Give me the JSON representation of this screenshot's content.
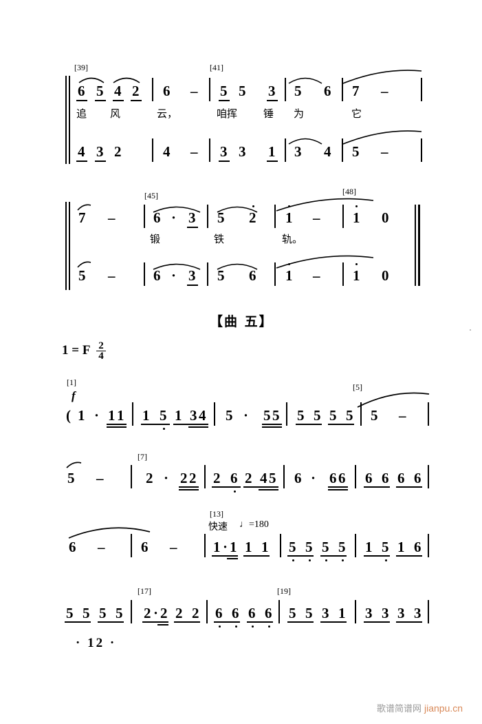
{
  "page": {
    "number_label": "· 12 ·",
    "watermark_cn": "歌谱简谱网",
    "watermark_en": "jianpu.cn"
  },
  "section": {
    "title": "【曲  五】",
    "key_signature": "1 = F",
    "meter_numerator": "2",
    "meter_denominator": "4",
    "dynamic": "f",
    "tempo_text": "快速",
    "tempo_mark": "♩=180"
  },
  "systems": [
    {
      "id": "system-1",
      "measure_numbers": [
        "[39]",
        "[41]"
      ],
      "upper_voice": [
        "6",
        "5",
        "4",
        "2",
        "6",
        "–",
        "5",
        "5",
        "3",
        "5",
        "6",
        "7",
        "–"
      ],
      "lower_voice": [
        "4",
        "3",
        "2",
        "4",
        "–",
        "3",
        "3",
        "1",
        "3",
        "4",
        "5",
        "–"
      ],
      "lyrics": [
        "追",
        "风",
        "云，",
        "咱挥",
        "锤",
        "为",
        "它"
      ]
    },
    {
      "id": "system-2",
      "measure_numbers": [
        "[45]",
        "[48]"
      ],
      "upper_voice": [
        "7",
        "–",
        "6",
        "·",
        "3",
        "5",
        "2",
        "1",
        "–",
        "1",
        "0"
      ],
      "lower_voice": [
        "5",
        "–",
        "6",
        "·",
        "3",
        "5",
        "6",
        "1",
        "–",
        "1",
        "0"
      ],
      "lyrics": [
        "锻",
        "铁",
        "轨。"
      ]
    }
  ],
  "tune_five": {
    "lines": [
      {
        "id": "line-1",
        "measure_numbers": [
          "[1]",
          "[5]"
        ],
        "notes": [
          "(",
          "1",
          "·",
          "1",
          "1",
          "1",
          "5",
          "1",
          "3",
          "4",
          "5",
          "·",
          "5",
          "5",
          "5",
          "5",
          "5",
          "5",
          "5",
          "–"
        ]
      },
      {
        "id": "line-2",
        "measure_numbers": [
          "[7]"
        ],
        "notes": [
          "5",
          "–",
          "2",
          "·",
          "2",
          "2",
          "2",
          "6",
          "2",
          "4",
          "5",
          "6",
          "·",
          "6",
          "6",
          "6",
          "6",
          "6",
          "6"
        ]
      },
      {
        "id": "line-3",
        "measure_numbers": [
          "[13]"
        ],
        "notes": [
          "6",
          "–",
          "6",
          "–",
          "1",
          "·",
          "1",
          "1",
          "1",
          "5",
          "5",
          "5",
          "5",
          "1",
          "5",
          "1",
          "6"
        ]
      },
      {
        "id": "line-4",
        "measure_numbers": [
          "[17]",
          "[19]"
        ],
        "notes": [
          "5",
          "5",
          "5",
          "5",
          "2",
          "·",
          "2",
          "2",
          "2",
          "6",
          "6",
          "6",
          "6",
          "5",
          "5",
          "3",
          "1",
          "3",
          "3",
          "3",
          "3"
        ]
      }
    ]
  }
}
